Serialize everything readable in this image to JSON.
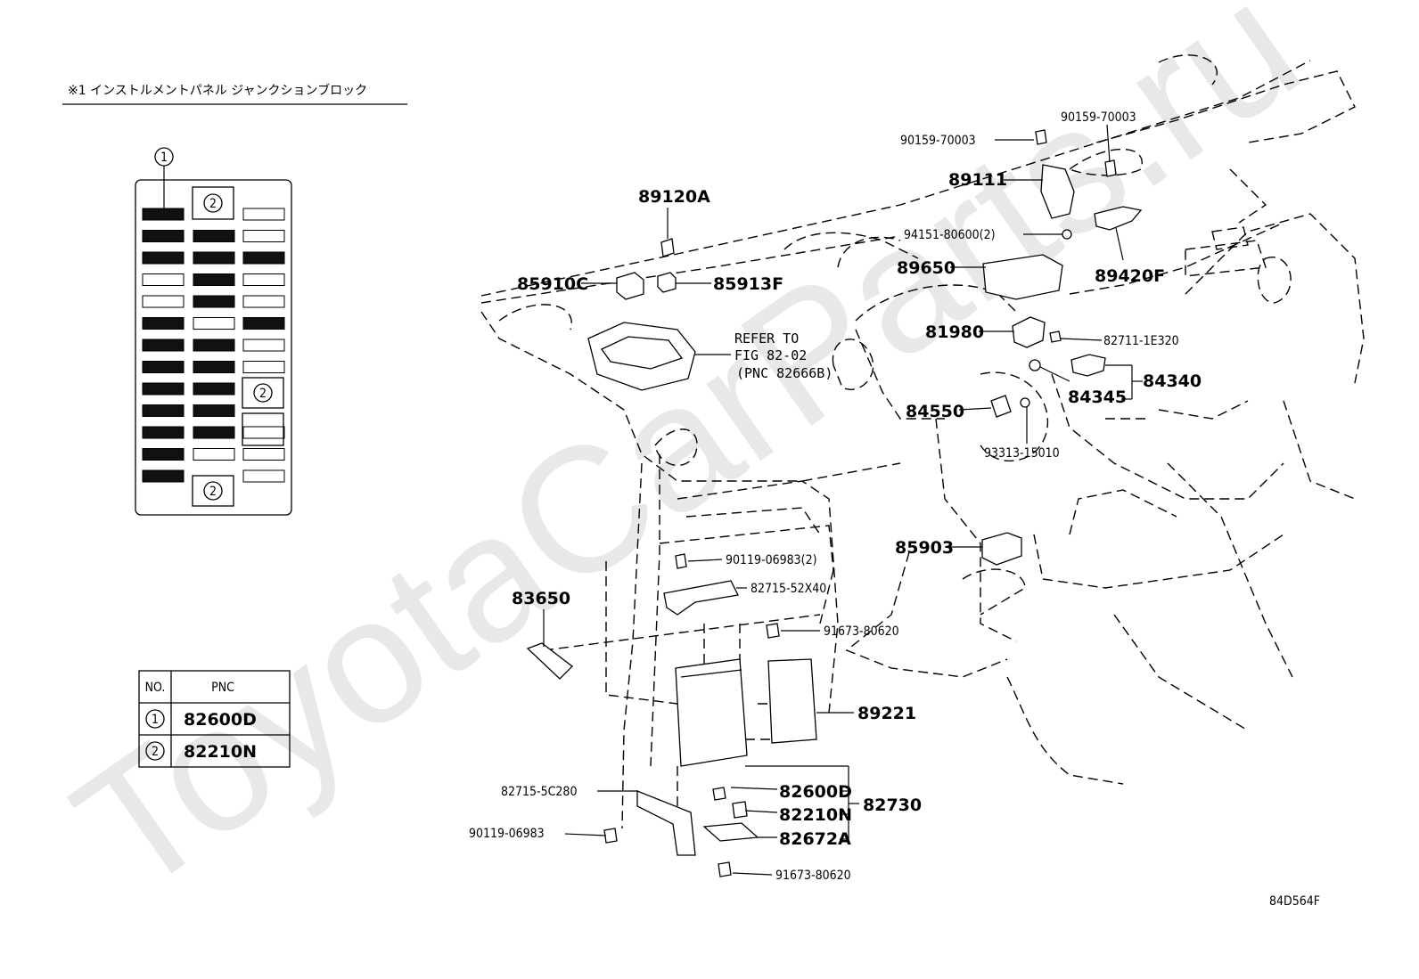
{
  "header": {
    "title": "※1 インストルメントパネル ジャンクションブロック"
  },
  "watermark": "ToyotaCarParts.ru",
  "figure_code": "84D564F",
  "junction_block": {
    "callout_top": "1",
    "badges": [
      "2",
      "2",
      "2"
    ]
  },
  "pnc_table": {
    "col_no": "NO.",
    "col_pnc": "PNC",
    "rows": [
      {
        "no": "1",
        "pnc": "82600D"
      },
      {
        "no": "2",
        "pnc": "82210N"
      }
    ]
  },
  "refer_note": {
    "line1": "REFER TO",
    "line2": "FIG 82-02",
    "line3": "(PNC 82666B)"
  },
  "parts": {
    "p90159_70003_a": "90159-70003",
    "p90159_70003_b": "90159-70003",
    "p89111": "89111",
    "p89120A": "89120A",
    "p94151_80600": "94151-80600(2)",
    "p85910C": "85910C",
    "p85913F": "85913F",
    "p89650": "89650",
    "p89420F": "89420F",
    "p81980": "81980",
    "p82711_1E320": "82711-1E320",
    "p84345": "84345",
    "p84340": "84340",
    "p84550": "84550",
    "p93313_15010": "93313-15010",
    "p85903": "85903",
    "p90119_06983_2": "90119-06983(2)",
    "p82715_52X40": "82715-52X40",
    "p83650": "83650",
    "p91673_80620_a": "91673-80620",
    "p89221": "89221",
    "p82715_5C280": "82715-5C280",
    "p82600D": "82600D",
    "p82730": "82730",
    "p82210N": "82210N",
    "p90119_06983": "90119-06983",
    "p82672A": "82672A",
    "p91673_80620_b": "91673-80620"
  }
}
